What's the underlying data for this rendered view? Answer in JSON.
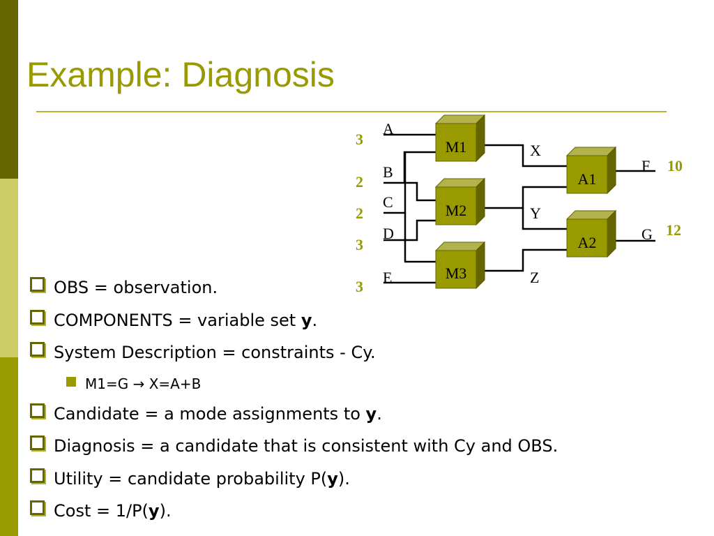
{
  "slide": {
    "title": "Example: Diagnosis",
    "colors": {
      "accent": "#999900",
      "sidebar_dark": "#666600",
      "sidebar_light": "#cccc66",
      "sidebar_mid": "#999900",
      "component_fill": "#999900",
      "component_dark": "#666600",
      "component_light": "#b3b34d",
      "value_text": "#999900"
    }
  },
  "diagram": {
    "inputs": [
      {
        "label": "A",
        "value": "3"
      },
      {
        "label": "B",
        "value": "2"
      },
      {
        "label": "C",
        "value": "2"
      },
      {
        "label": "D",
        "value": "3"
      },
      {
        "label": "E",
        "value": "3"
      }
    ],
    "components": [
      "M1",
      "M2",
      "M3",
      "A1",
      "A2"
    ],
    "intermediates": [
      "X",
      "Y",
      "Z"
    ],
    "outputs": [
      {
        "label": "F",
        "value": "10"
      },
      {
        "label": "G",
        "value": "12"
      }
    ]
  },
  "bullets": [
    {
      "level": 1,
      "parts": [
        {
          "t": "OBS = observation."
        }
      ]
    },
    {
      "level": 1,
      "parts": [
        {
          "t": "COMPONENTS = variable set "
        },
        {
          "t": "y",
          "b": true
        },
        {
          "t": "."
        }
      ]
    },
    {
      "level": 1,
      "parts": [
        {
          "t": "System Description = constraints - Cy."
        }
      ]
    },
    {
      "level": 2,
      "parts": [
        {
          "t": "M1=G → X=A+B"
        }
      ]
    },
    {
      "level": 1,
      "parts": [
        {
          "t": "Candidate = a mode assignments to "
        },
        {
          "t": "y",
          "b": true
        },
        {
          "t": "."
        }
      ]
    },
    {
      "level": 1,
      "parts": [
        {
          "t": "Diagnosis = a candidate that is consistent with Cy and OBS."
        }
      ]
    },
    {
      "level": 1,
      "parts": [
        {
          "t": "Utility = candidate probability P("
        },
        {
          "t": "y",
          "b": true
        },
        {
          "t": ")."
        }
      ]
    },
    {
      "level": 1,
      "parts": [
        {
          "t": "Cost = 1/P("
        },
        {
          "t": "y",
          "b": true
        },
        {
          "t": ")."
        }
      ]
    }
  ]
}
